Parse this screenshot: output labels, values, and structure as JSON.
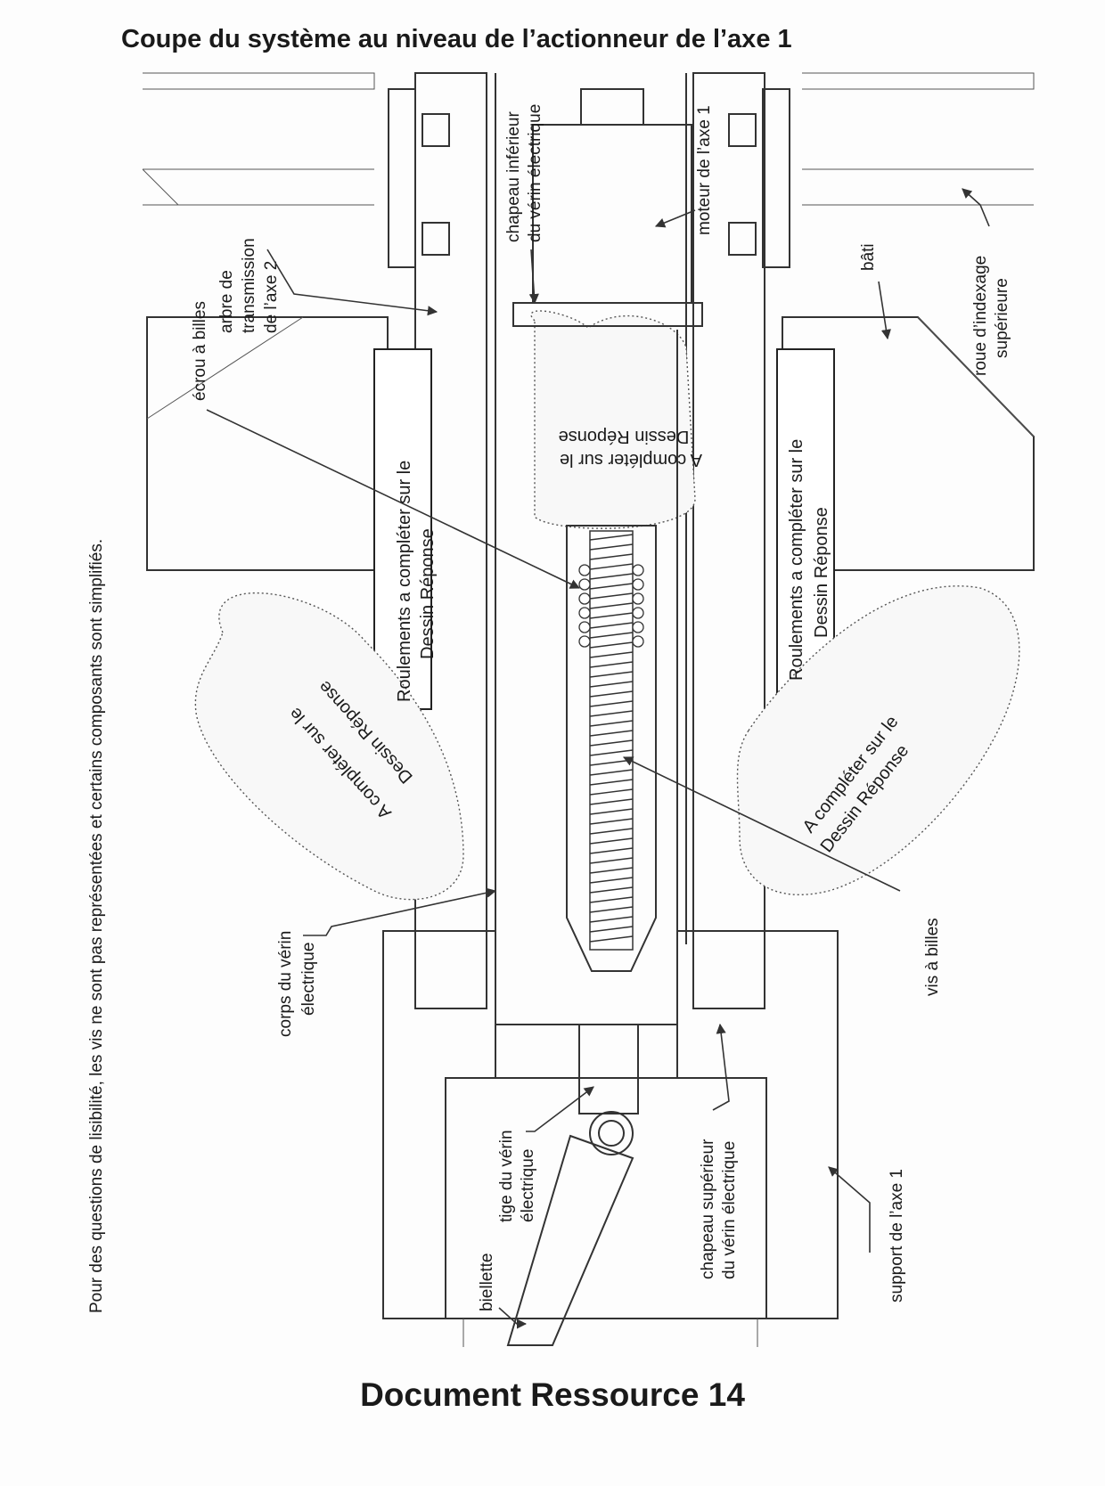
{
  "title": "Coupe du système au niveau de l’actionneur de l’axe 1",
  "side_note": "Pour des questions de lisibilité, les vis ne sont pas représentées et certains composants sont simplifiés.",
  "footer": "Document Ressource 14",
  "labels": {
    "ecrou_a_billes": "écrou à billes",
    "arbre_l1": "arbre de",
    "arbre_l2": "transmission",
    "arbre_l3": "de l’axe 2",
    "chapeau_inf_l1": "chapeau inférieur",
    "chapeau_inf_l2": "du vérin électrique",
    "moteur": "moteur de l’axe 1",
    "bati": "bâti",
    "roue_l1": "roue d’indexage",
    "roue_l2": "supérieure",
    "corps_l1": "corps du vérin",
    "corps_l2": "électrique",
    "tige_l1": "tige du vérin",
    "tige_l2": "électrique",
    "biellette": "biellette",
    "chapeau_sup_l1": "chapeau supérieur",
    "chapeau_sup_l2": "du vérin électrique",
    "support": "support de l’axe 1",
    "vis_a_billes": "vis à billes"
  },
  "placeholders": {
    "roulements_l1": "Roulements a compléter sur le",
    "roulements_l2": "Dessin Réponse",
    "completer_l1": "A compléter sur le",
    "completer_l2": "Dessin Réponse"
  }
}
